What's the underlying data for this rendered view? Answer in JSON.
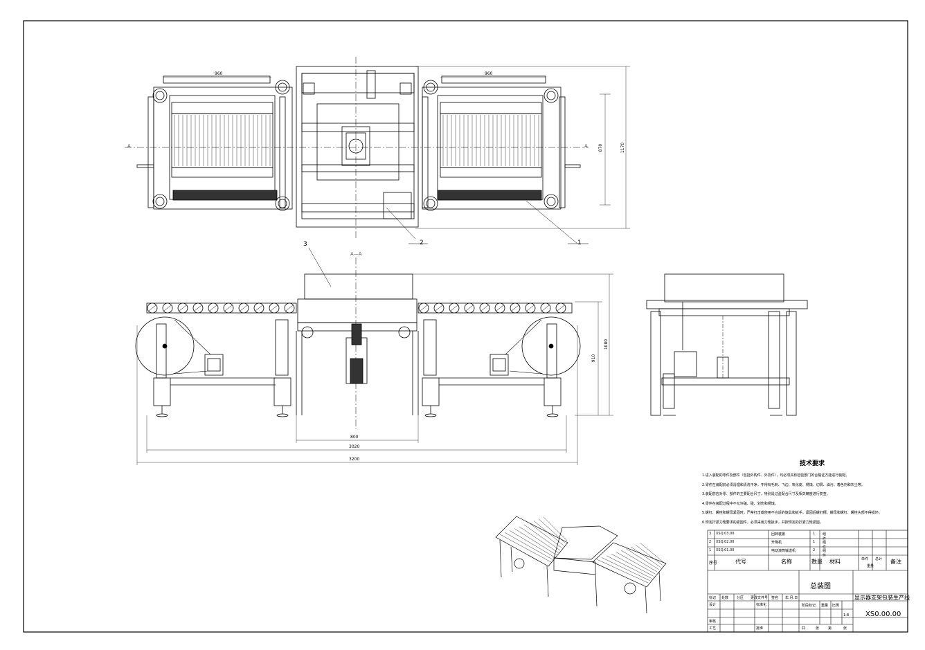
{
  "drawing": {
    "title_block": {
      "drawing_type": "总装图",
      "product_name": "显示器支架包装生产线",
      "drawing_number": "XS0.00.00",
      "header_labels": [
        "序号",
        "代号",
        "名称",
        "数量",
        "材料",
        "单件",
        "总计",
        "备注"
      ],
      "weight_label": "重量",
      "small_row_labels": [
        "标记",
        "处数",
        "分区",
        "更改文件号",
        "签名",
        "年.月.日"
      ],
      "left_labels": [
        "设计",
        "审核",
        "工艺"
      ],
      "right_labels": [
        "标准化",
        "批准"
      ],
      "stage_labels": [
        "阶段标记",
        "重量",
        "比例"
      ],
      "scale": "1:8",
      "sheet_labels": [
        "共",
        "张",
        "第",
        "张"
      ]
    },
    "bom": [
      {
        "no": "3",
        "code": "XSQ.03.00",
        "name": "回转装置",
        "qty": "1",
        "material": "组件"
      },
      {
        "no": "2",
        "code": "XSQ.02.00",
        "name": "升降机",
        "qty": "1",
        "material": "组件"
      },
      {
        "no": "1",
        "code": "XSQ.01.00",
        "name": "电动滚筒输送机",
        "qty": "2",
        "material": "组件"
      }
    ],
    "tech_requirements": {
      "heading": "技术要求",
      "items": [
        "1.进入装配的零件及部件（包括外购件、外协件），均必须具有检验部门的合格证方能进行装配。",
        "2.零件在装配前必须清理和清洗干净，不得有毛刺、飞边、氧化皮、锈蚀、切屑、油污、着色剂和灰尘等。",
        "3.装配前应对零、部件的主要配合尺寸，特别是过盈配合尺寸及相关精度进行复查。",
        "4.零件在装配过程中不允许磕、碰、划伤和锈蚀。",
        "5.螺钉、螺栓和螺母紧固时，严禁打击或使用不合适的旋具和扳手。紧固后螺钉槽、螺母和螺钉、螺栓头部不得损坏。",
        "6.规定拧紧力矩要求的紧固件，必须采用力矩扳手，并按规定的拧紧力矩紧固。"
      ]
    },
    "callouts": [
      "1",
      "2",
      "3"
    ],
    "section_label": "A—A",
    "section_marks": [
      "A",
      "A"
    ],
    "dimensions": {
      "top_left_width": "960",
      "top_right_width": "960",
      "top_inner_height": "870",
      "top_overall_height": "1170",
      "front_center_width": "800",
      "front_mid_width": "3020",
      "front_overall_width": "3200",
      "front_height_1": "910",
      "front_height_2": "1080"
    }
  }
}
